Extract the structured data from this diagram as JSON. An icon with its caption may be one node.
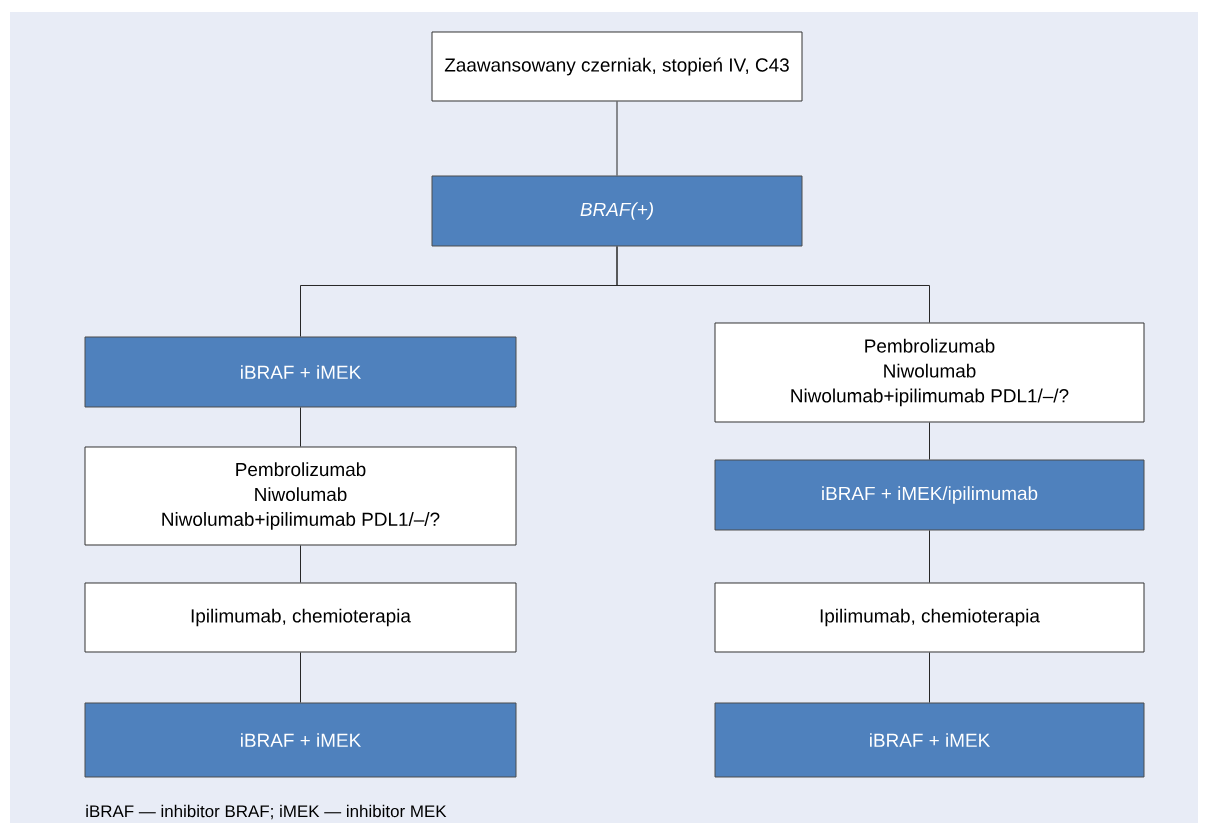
{
  "diagram": {
    "nodes": [
      {
        "text": [
          "Zaawansowany czerniak, stopień IV, C43"
        ]
      },
      {
        "text": [
          "BRAF(+)"
        ]
      },
      {
        "text": [
          "iBRAF + iMEK"
        ]
      },
      {
        "text": [
          "Pembrolizumab",
          "Niwolumab",
          "Niwolumab+ipilimumab PDL1/–/?"
        ]
      },
      {
        "text": [
          "Pembrolizumab",
          "Niwolumab",
          "Niwolumab+ipilimumab PDL1/–/?"
        ]
      },
      {
        "text": [
          "iBRAF + iMEK/ipilimumab"
        ]
      },
      {
        "text": [
          "Ipilimumab, chemioterapia"
        ]
      },
      {
        "text": [
          "Ipilimumab, chemioterapia"
        ]
      },
      {
        "text": [
          "iBRAF + iMEK"
        ]
      },
      {
        "text": [
          "iBRAF + iMEK"
        ]
      }
    ],
    "edges": [
      {
        "from": 0,
        "to": 1,
        "arrow": "none"
      },
      {
        "from": 1,
        "to": 2,
        "arrow": "none"
      },
      {
        "from": 1,
        "to": 3,
        "arrow": "none"
      },
      {
        "from": 2,
        "to": 4,
        "arrow": "none"
      },
      {
        "from": 4,
        "to": 6,
        "arrow": "none"
      },
      {
        "from": 6,
        "to": 8,
        "arrow": "none"
      },
      {
        "from": 3,
        "to": 5,
        "arrow": "none"
      },
      {
        "from": 5,
        "to": 7,
        "arrow": "none"
      },
      {
        "from": 7,
        "to": 9,
        "arrow": "none"
      }
    ],
    "labels": [
      "iBRAF — inhibitor BRAF; iMEK — inhibitor MEK"
    ]
  }
}
